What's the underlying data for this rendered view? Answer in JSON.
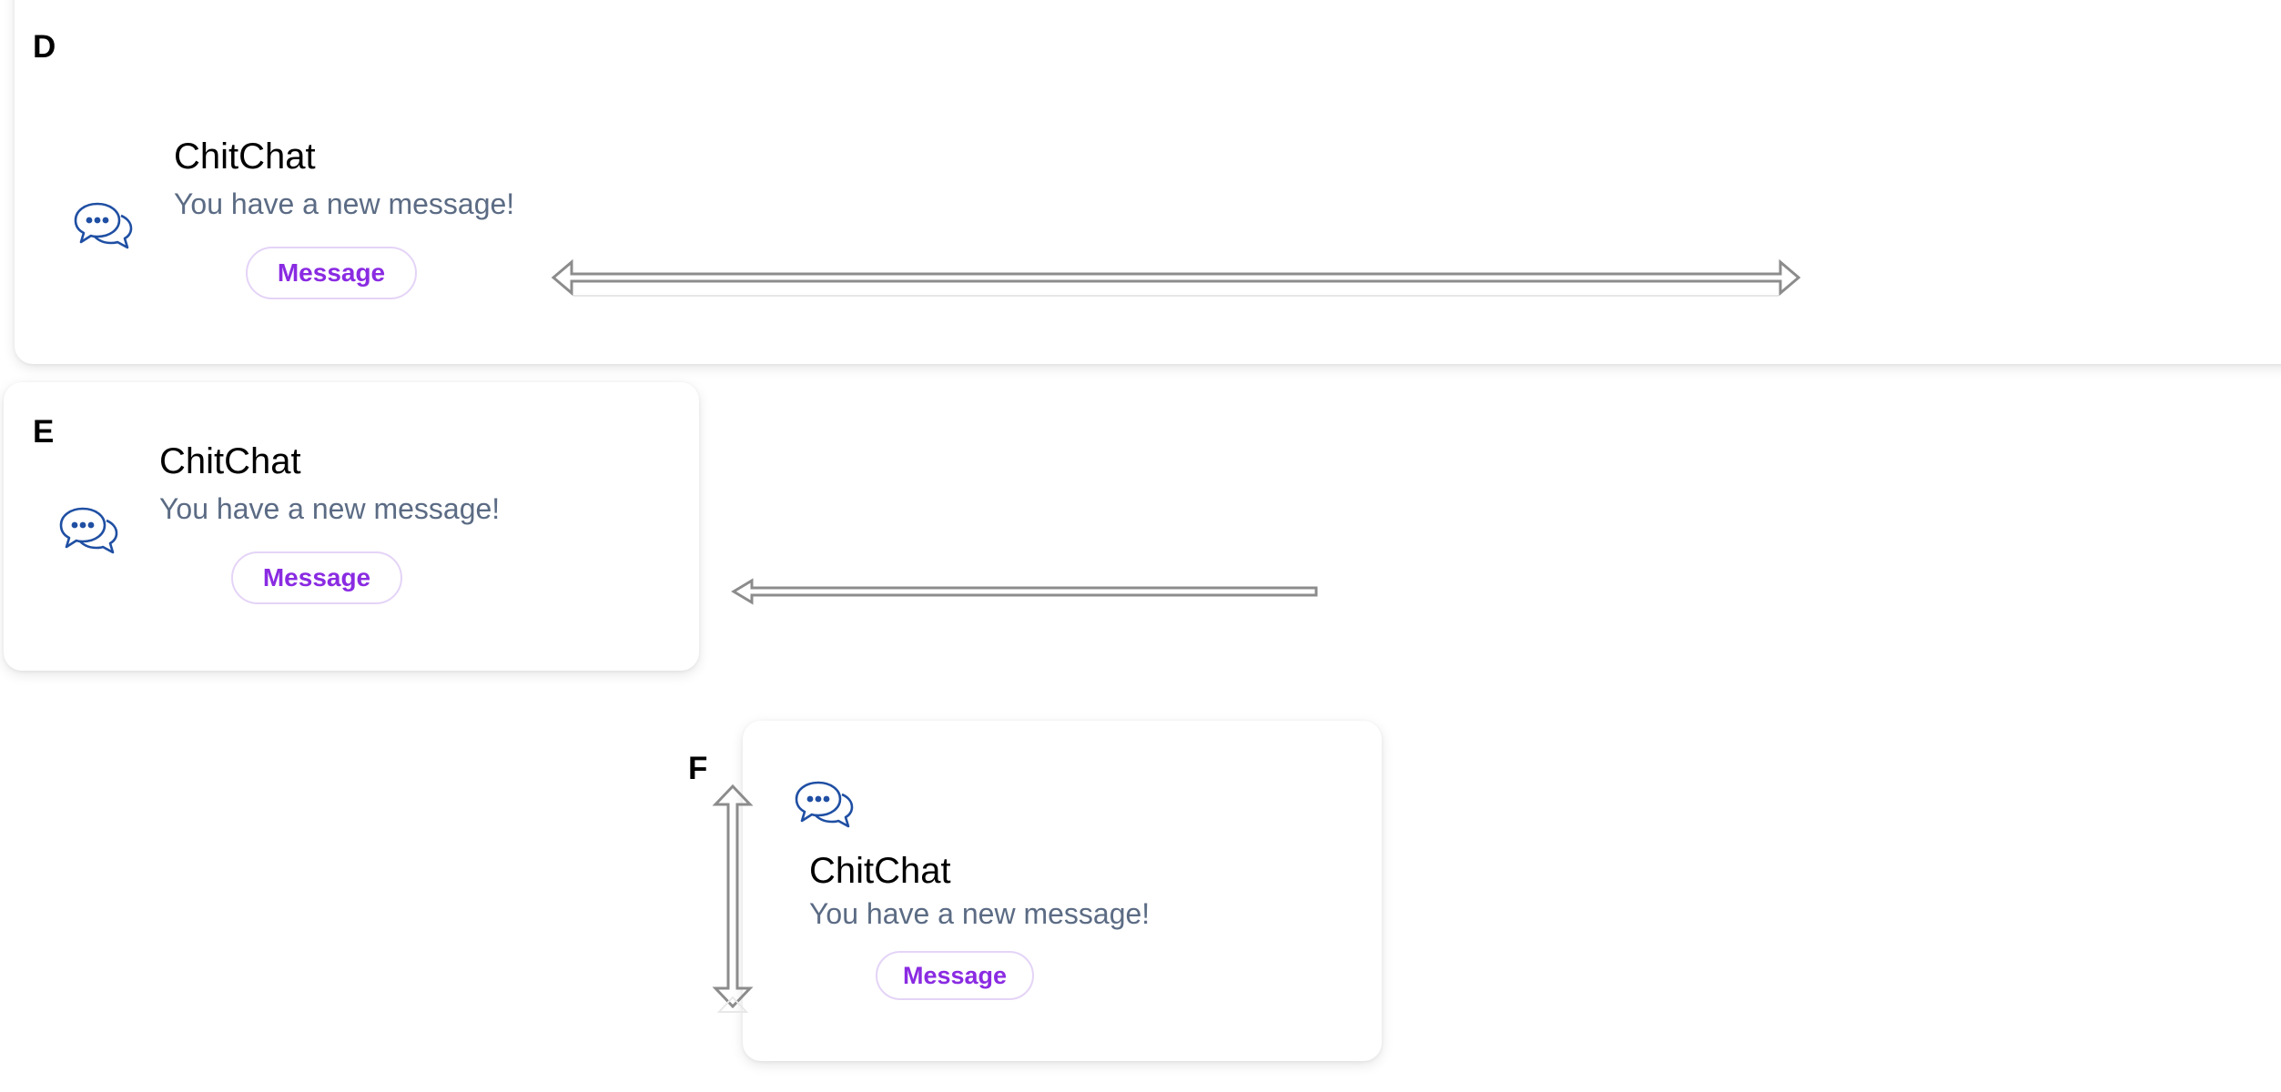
{
  "panels": [
    {
      "label": "D",
      "app_name": "ChitChat",
      "message": "You have a new message!",
      "button_label": "Message",
      "icon": "chat-bubbles-icon",
      "arrow": "horizontal-double-arrow"
    },
    {
      "label": "E",
      "app_name": "ChitChat",
      "message": "You have a new message!",
      "button_label": "Message",
      "icon": "chat-bubbles-icon",
      "arrow": "left-arrow"
    },
    {
      "label": "F",
      "app_name": "ChitChat",
      "message": "You have a new message!",
      "button_label": "Message",
      "icon": "chat-bubbles-icon",
      "arrow": "vertical-double-arrow"
    }
  ],
  "colors": {
    "icon": "#1f4fa3",
    "button_text": "#8a2be2",
    "button_border": "#e4d4f7",
    "message_text": "#5b6b84",
    "arrow": "#8c8c8c"
  }
}
